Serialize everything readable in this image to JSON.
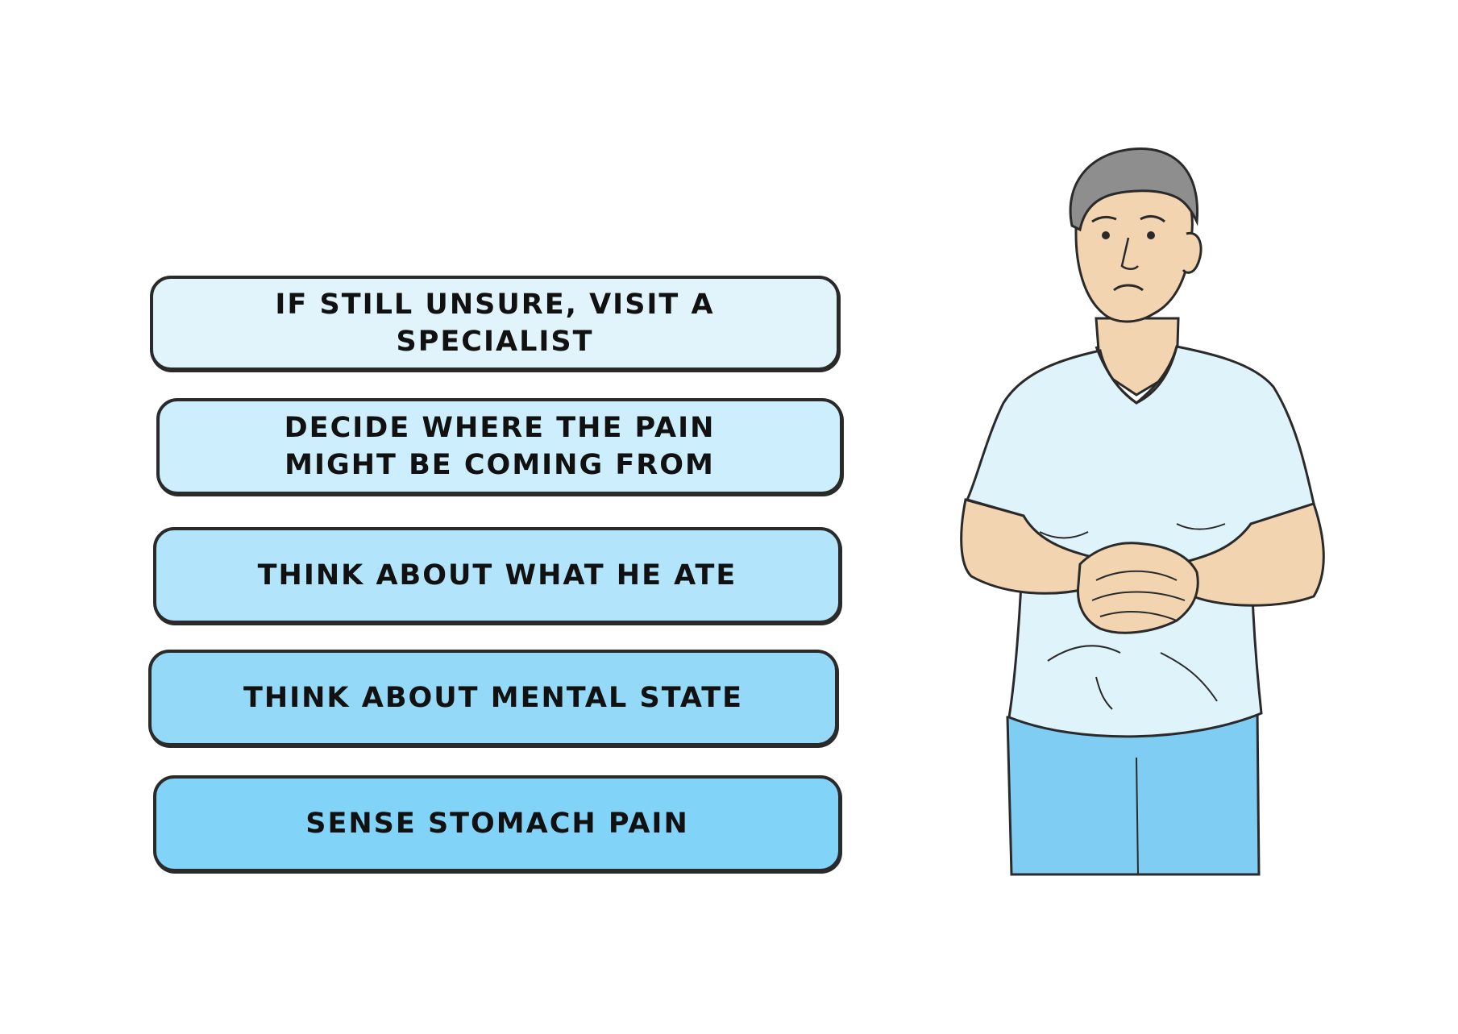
{
  "steps": [
    {
      "lines": [
        "IF STILL UNSURE, VISIT A SPECIALIST"
      ],
      "fill": "#e1f4fc"
    },
    {
      "lines": [
        "DECIDE WHERE THE PAIN",
        "MIGHT BE COMING FROM"
      ],
      "fill": "#cdeefc"
    },
    {
      "lines": [
        "THINK ABOUT WHAT HE ATE"
      ],
      "fill": "#b2e4fb"
    },
    {
      "lines": [
        "THINK ABOUT MENTAL STATE"
      ],
      "fill": "#94d9f8"
    },
    {
      "lines": [
        "SENSE STOMACH PAIN"
      ],
      "fill": "#82d3f8"
    }
  ],
  "colors": {
    "outline": "#2a2a2a",
    "shirt": "#dff3fb",
    "pants": "#7fcdf2",
    "skin": "#f3d4b0",
    "hair": "#8e8e8e"
  }
}
